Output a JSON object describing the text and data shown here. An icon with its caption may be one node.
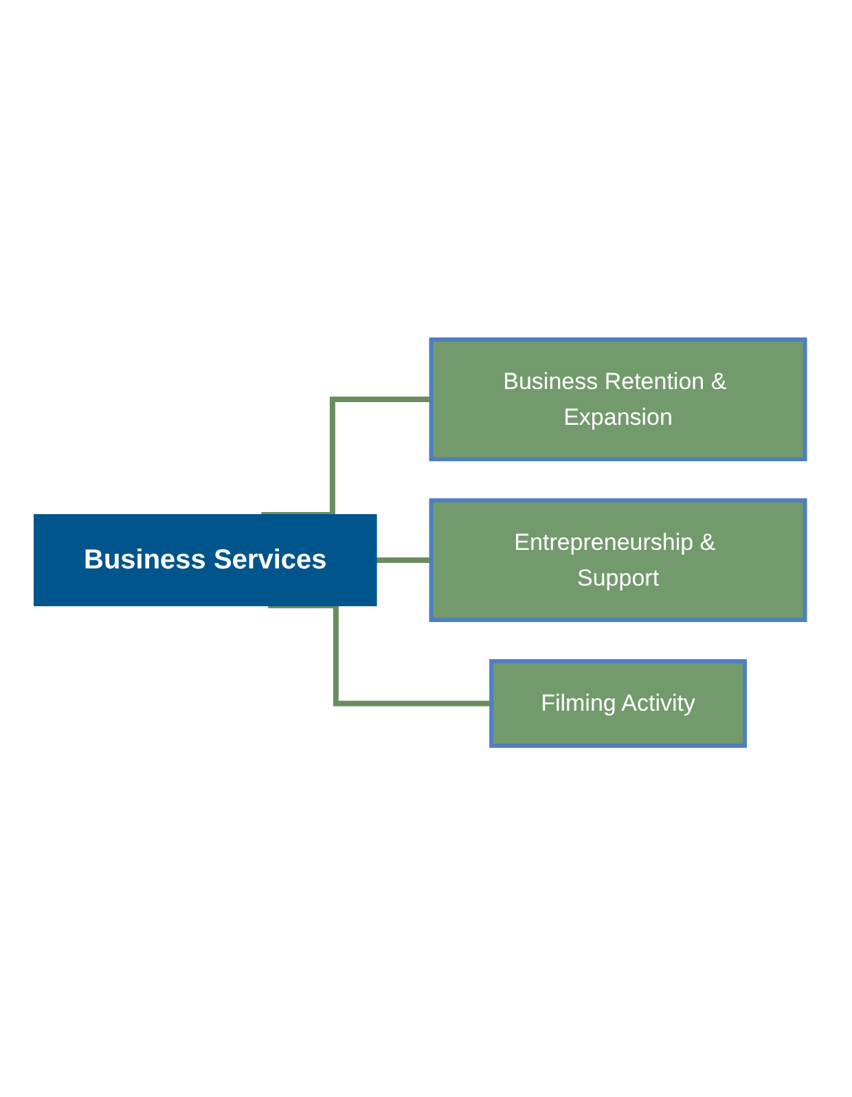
{
  "diagram": {
    "nodes": [
      {
        "text": [
          "Business Services"
        ]
      },
      {
        "text": [
          "Business Retention & Expansion"
        ]
      },
      {
        "text": [
          "Entrepreneurship & Support"
        ]
      },
      {
        "text": [
          "Filming Activity"
        ]
      }
    ],
    "edges": [
      {
        "from": 0,
        "to": 1,
        "arrow": "none"
      },
      {
        "from": 0,
        "to": 2,
        "arrow": "none"
      },
      {
        "from": 0,
        "to": 3,
        "arrow": "none"
      }
    ]
  }
}
